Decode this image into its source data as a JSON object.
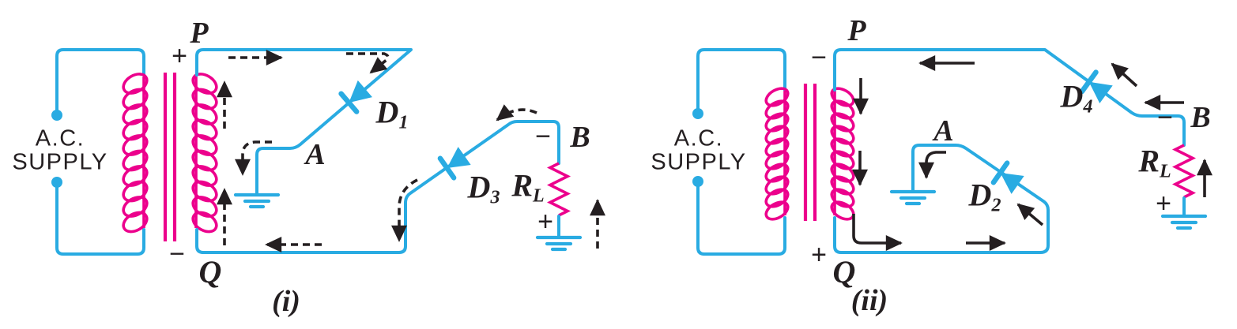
{
  "colors": {
    "wire_blue": "#29abe2",
    "coil_magenta": "#ec008c",
    "ink_black": "#241f21",
    "background": "#ffffff"
  },
  "figures": [
    {
      "caption": "(i)",
      "arrow_style": "dashed",
      "supply": {
        "line1": "A.C.",
        "line2": "SUPPLY"
      },
      "labels": {
        "top_terminal": "P",
        "top_polarity": "+",
        "bottom_terminal": "Q",
        "bottom_polarity": "−",
        "junction": "A",
        "diode_top": {
          "base": "D",
          "sub": "1"
        },
        "diode_bottom": {
          "base": "D",
          "sub": "3"
        },
        "load_resistor": {
          "base": "R",
          "sub": "L"
        },
        "load_top_polarity": "−",
        "load_terminal": "B",
        "load_bottom_polarity": "+"
      }
    },
    {
      "caption": "(ii)",
      "arrow_style": "solid",
      "supply": {
        "line1": "A.C.",
        "line2": "SUPPLY"
      },
      "labels": {
        "top_terminal": "P",
        "top_polarity": "−",
        "bottom_terminal": "Q",
        "bottom_polarity": "+",
        "junction": "A",
        "diode_top": {
          "base": "D",
          "sub": "4"
        },
        "diode_bottom": {
          "base": "D",
          "sub": "2"
        },
        "load_resistor": {
          "base": "R",
          "sub": "L"
        },
        "load_top_polarity": "−",
        "load_terminal": "B",
        "load_bottom_polarity": "+"
      }
    }
  ]
}
